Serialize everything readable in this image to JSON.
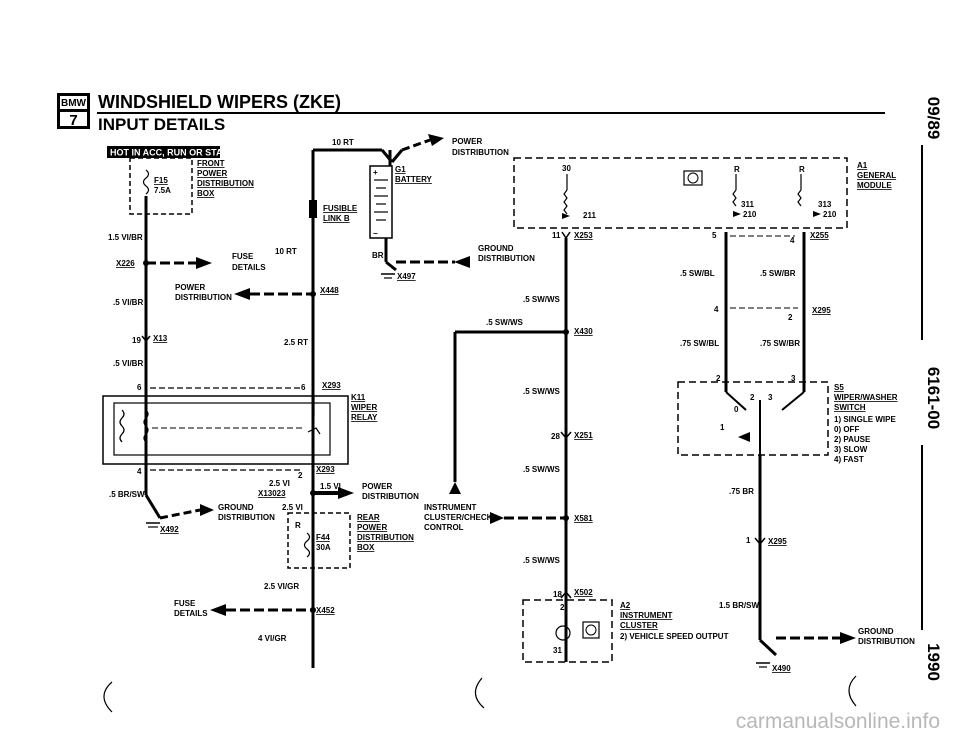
{
  "header": {
    "logo_top": "BMW",
    "logo_bottom": "7",
    "title": "WINDSHIELD WIPERS (ZKE)",
    "subtitle": "INPUT DETAILS"
  },
  "sidebar": {
    "date": "09/89",
    "doc_number": "6161-00",
    "year": "1990"
  },
  "watermark": "carmanualsonline.info",
  "labels": {
    "hot_in": "HOT IN ACC, RUN OR START",
    "f15": "F15",
    "f15_amp": "7.5A",
    "front_power": [
      "FRONT",
      "POWER",
      "DISTRIBUTION",
      "BOX"
    ],
    "w_15vibr_a": "1.5 VI/BR",
    "x226": "X226",
    "fuse_details_1": [
      "FUSE",
      "DETAILS"
    ],
    "rt10_a": "10 RT",
    "power_dist_1": [
      "POWER",
      "DISTRIBUTION"
    ],
    "x448": "X448",
    "w_5vibr_a": ".5 VI/BR",
    "x13": "X13",
    "pin19": "19",
    "w_5vibr_b": ".5 VI/BR",
    "pin6a": "6",
    "pin6b": "6",
    "x293a": "X293",
    "k11": [
      "K11",
      "WIPER",
      "RELAY"
    ],
    "pin4": "4",
    "pin2a": "2",
    "x293b": "X293",
    "w_25vi": "2.5 VI",
    "x13023": "X13023",
    "w_15vi": "1.5 VI",
    "power_dist_2": [
      "POWER",
      "DISTRIBUTION"
    ],
    "w_5brsw": ".5 BR/SW",
    "ground_dist_1": [
      "GROUND",
      "DISTRIBUTION"
    ],
    "x492": "X492",
    "w_25vi_b": "2.5 VI",
    "f44_r": "R",
    "f44": "F44",
    "f44_amp": "30A",
    "rear_power": [
      "REAR",
      "POWER",
      "DISTRIBUTION",
      "BOX"
    ],
    "w_25vigr": "2.5 VI/GR",
    "fuse_details_2": [
      "FUSE",
      "DETAILS"
    ],
    "x452": "X452",
    "w_4vigr": "4 VI/GR",
    "rt10_b": "10 RT",
    "power_dist_top": [
      "POWER",
      "DISTRIBUTION"
    ],
    "g1": [
      "G1",
      "BATTERY"
    ],
    "fusible_link": [
      "FUSIBLE",
      "LINK B"
    ],
    "w_25rt": "2.5 RT",
    "br": "BR",
    "ground_dist_2": [
      "GROUND",
      "DISTRIBUTION"
    ],
    "x497": "X497",
    "x253": "X253",
    "pin11": "11",
    "w_5swws_a": ".5 SW/WS",
    "w_5swws_b": ".5 SW/WS",
    "x430": "X430",
    "w_5swws_c": ".5 SW/WS",
    "x251": "X251",
    "pin28": "28",
    "w_5swws_d": ".5 SW/WS",
    "instr_control": [
      "INSTRUMENT",
      "CLUSTER/CHECK",
      "CONTROL"
    ],
    "x581": "X581",
    "w_5swws_e": ".5 SW/WS",
    "x502": "X502",
    "pin18": "18",
    "pin2b": "2",
    "pin31": "31",
    "a2": [
      "A2",
      "INSTRUMENT",
      "CLUSTER",
      "2) VEHICLE SPEED OUTPUT"
    ],
    "pin30": "30",
    "pin211": "211",
    "r_a": "R",
    "r_b": "R",
    "pin311": "311",
    "pin210a": "210",
    "pin313": "313",
    "pin210b": "210",
    "a1": [
      "A1",
      "GENERAL",
      "MODULE"
    ],
    "pin5": "5",
    "pin4b": "4",
    "x255": "X255",
    "w_5swbl": ".5 SW/BL",
    "w_5swbr": ".5 SW/BR",
    "pin4c": "4",
    "pin2c": "2",
    "x295a": "X295",
    "w_75swbl": ".75 SW/BL",
    "w_75swbr": ".75 SW/BR",
    "pin2d": "2",
    "pin3a": "3",
    "pin2e": "2",
    "pin3b": "3",
    "pin0": "0",
    "pin1": "1",
    "s5": [
      "S5",
      "WIPER/WASHER",
      "SWITCH",
      "1) SINGLE WIPE",
      "0) OFF",
      "2) PAUSE",
      "3) SLOW",
      "4) FAST"
    ],
    "w_75br": ".75 BR",
    "pin1b": "1",
    "x295b": "X295",
    "w_15brsw": "1.5 BR/SW",
    "ground_dist_3": [
      "GROUND",
      "DISTRIBUTION"
    ],
    "x490": "X490"
  }
}
